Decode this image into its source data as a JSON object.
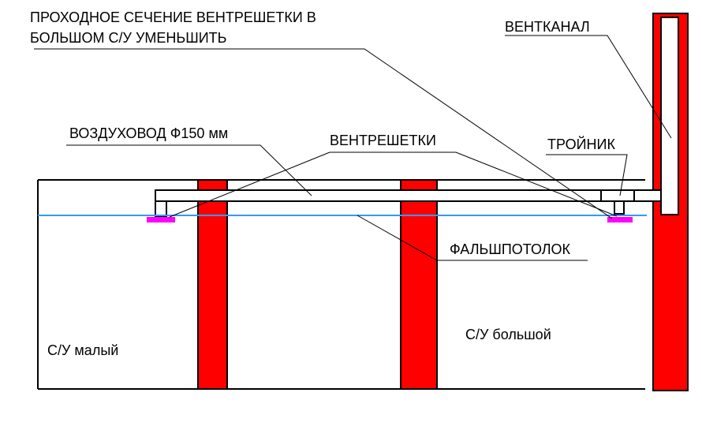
{
  "labels": {
    "title_line1": "ПРОХОДНОЕ СЕЧЕНИЕ ВЕНТРЕШЕТКИ В",
    "title_line2": "БОЛЬШОМ С/У УМЕНЬШИТЬ",
    "ventkanal": "ВЕНТКАНАЛ",
    "duct": "ВОЗДУХОВОД Ф150 мм",
    "grilles": "ВЕНТРЕШЕТКИ",
    "tee": "ТРОЙНИК",
    "false_ceiling": "ФАЛЬШПОТОЛОК",
    "room_small": "С/У малый",
    "room_large": "С/У большой"
  },
  "colors": {
    "wall": "#ff0000",
    "ceiling_line": "#3399ff",
    "grille": "#ff00ff",
    "outline": "#000000",
    "background": "#ffffff"
  }
}
